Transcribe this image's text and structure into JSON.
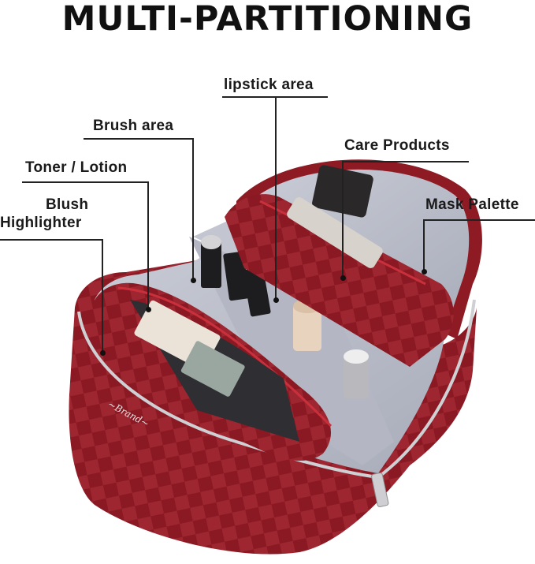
{
  "title": "MULTI-PARTITIONING",
  "colors": {
    "bag_red": "#8e1a24",
    "lining_grey": "#b9bcc8",
    "text": "#1a1a1a"
  },
  "callouts": [
    {
      "id": "lipstick",
      "label": "lipstick area"
    },
    {
      "id": "brush",
      "label": "Brush area"
    },
    {
      "id": "care",
      "label": "Care Products"
    },
    {
      "id": "toner",
      "label": "Toner / Lotion"
    },
    {
      "id": "blush",
      "label_line1": "Blush",
      "label_line2": "Highlighter"
    },
    {
      "id": "mask",
      "label": "Mask Palette"
    }
  ],
  "image": {
    "subject": "red-checkered-cosmetic-bag",
    "logo_text": "brand-logo"
  }
}
